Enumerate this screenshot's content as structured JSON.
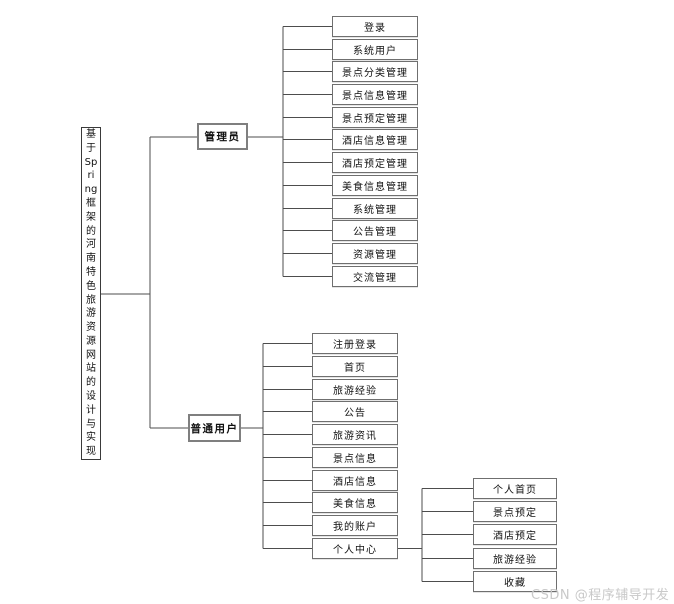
{
  "diagram": {
    "root": {
      "title": "基于Spring框架的河南特色旅游资源网站的设计与实现",
      "title_vertical": "基\n于\nSp\nri\nng\n框\n架\n的\n河\n南\n特\n色\n旅\n游\n资\n源\n网\n站\n的\n设\n计\n与\n实\n现"
    },
    "admin": {
      "label": "管理员",
      "items": [
        "登录",
        "系统用户",
        "景点分类管理",
        "景点信息管理",
        "景点预定管理",
        "酒店信息管理",
        "酒店预定管理",
        "美食信息管理",
        "系统管理",
        "公告管理",
        "资源管理",
        "交流管理"
      ]
    },
    "user": {
      "label": "普通用户",
      "items": [
        "注册登录",
        "首页",
        "旅游经验",
        "公告",
        "旅游资讯",
        "景点信息",
        "酒店信息",
        "美食信息",
        "我的账户",
        "个人中心"
      ]
    },
    "personal": {
      "items": [
        "个人首页",
        "景点预定",
        "酒店预定",
        "旅游经验",
        "收藏"
      ]
    },
    "watermark": "CSDN @程序辅导开发",
    "colors": {
      "line": "#4d4d4d",
      "leaf_border": "#6f6f6f",
      "role_border": "#7f7f7f",
      "watermark": "#c9c9c9"
    }
  }
}
